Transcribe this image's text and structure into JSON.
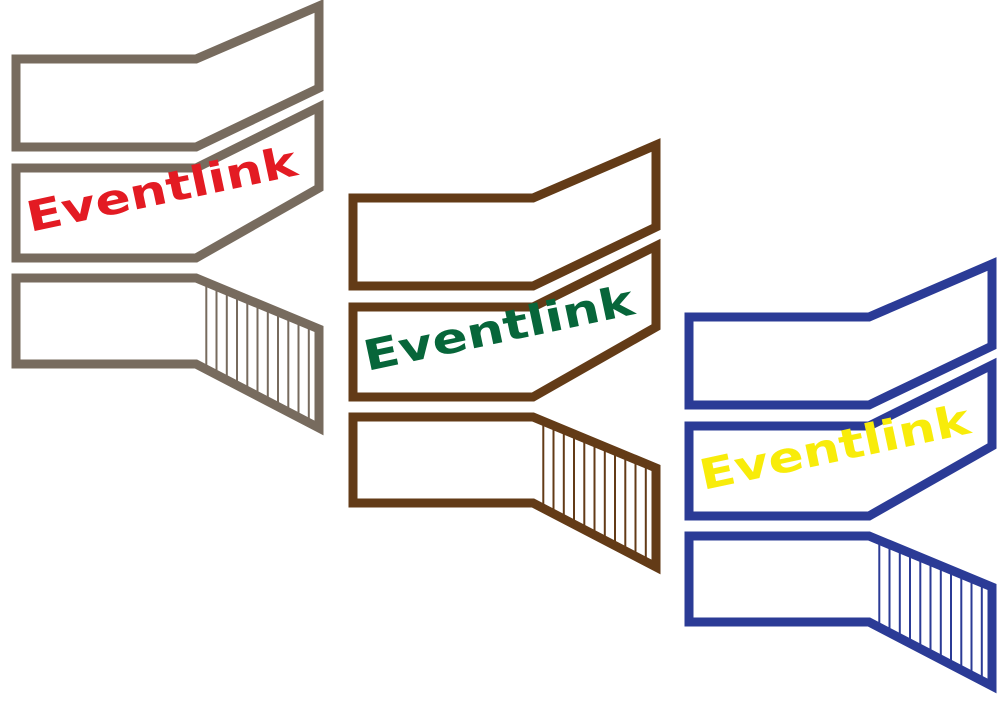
{
  "logos": [
    {
      "wordmark": "Eventlink",
      "frame_color": "#776b5e",
      "text_color": "#e31b23"
    },
    {
      "wordmark": "Eventlink",
      "frame_color": "#633b17",
      "text_color": "#07663a"
    },
    {
      "wordmark": "Eventlink",
      "frame_color": "#2b3b96",
      "text_color": "#f8ec0a"
    }
  ]
}
